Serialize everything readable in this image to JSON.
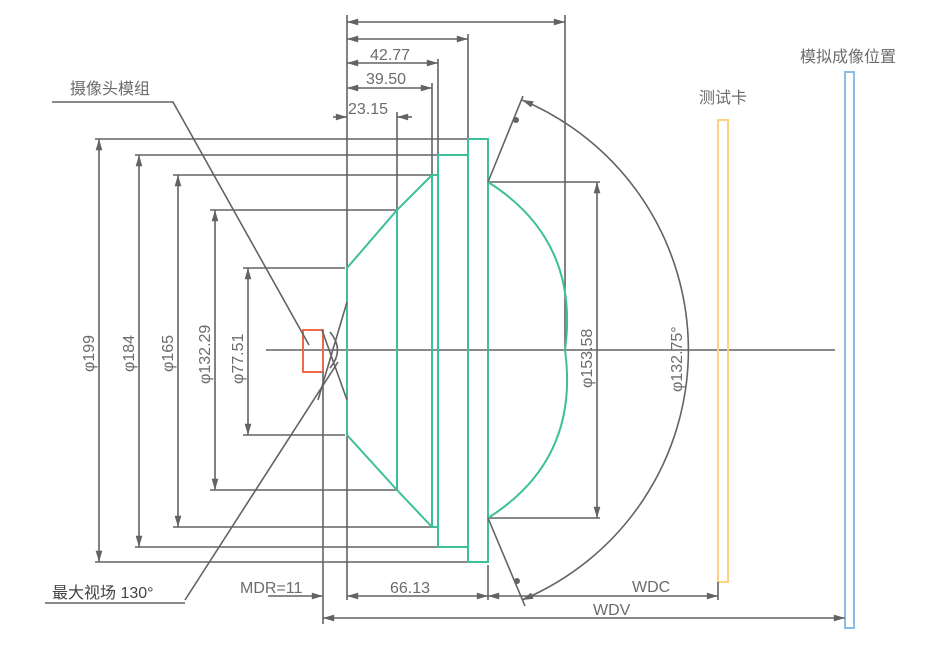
{
  "labels": {
    "camera_module": "摄像头模组",
    "test_card": "测试卡",
    "image_position": "模拟成像位置",
    "max_fov": "最大视场 130°"
  },
  "dimensions": {
    "len_42_77": "42.77",
    "len_39_50": "39.50",
    "len_23_15": "23.15",
    "d199": "φ199",
    "d184": "φ184",
    "d165": "φ165",
    "d132_29": "φ132.29",
    "d77_51": "φ77.51",
    "d153_58": "φ153.58",
    "angle": "φ132.75°",
    "mdr": "MDR=11",
    "len_66_13": "66.13",
    "wdc": "WDC",
    "wdv": "WDV"
  },
  "colors": {
    "lens": "#3dbf9a",
    "camera": "#ee6a4a",
    "test_card": "#fbd182",
    "image_plane": "#8cbde6",
    "lines": "#636367"
  }
}
